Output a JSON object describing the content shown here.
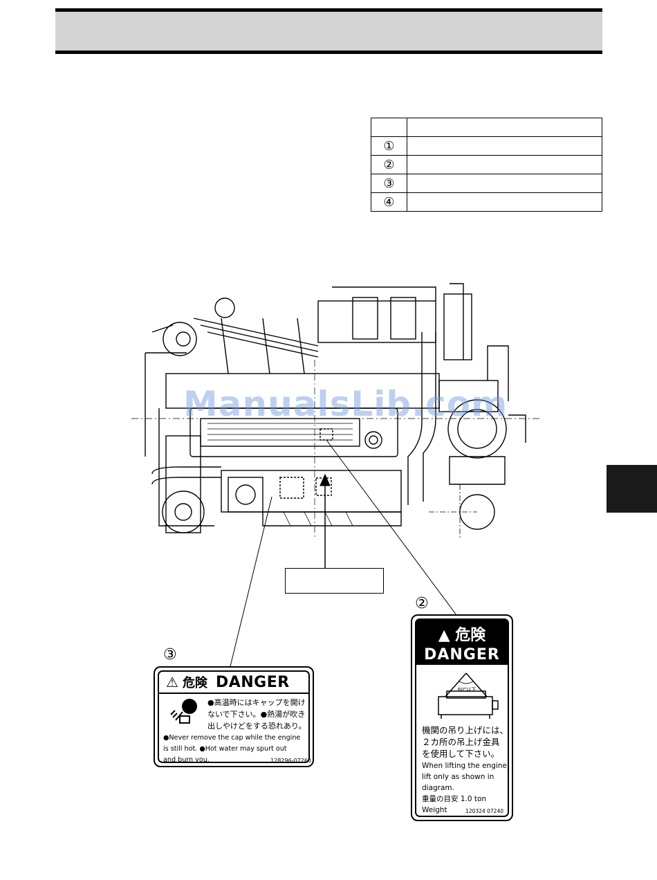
{
  "label_table": {
    "rows": [
      {
        "num": "①",
        "text": ""
      },
      {
        "num": "②",
        "text": ""
      },
      {
        "num": "③",
        "text": ""
      },
      {
        "num": "④",
        "text": ""
      }
    ]
  },
  "watermark": "ManualsLib.com",
  "callouts": {
    "label2_num": "②",
    "label3_num": "③"
  },
  "label3": {
    "header_jp": "危険",
    "header_en": "DANGER",
    "jp_line1": "●高温時にはキャップを開け",
    "jp_line2": "ないで下さい。●熱湯が吹き",
    "jp_line3": "出しやけどをする恐れあり。",
    "en_line1": "●Never remove the cap while the engine",
    "en_line2": "is still hot. ●Hot water may spurt out",
    "en_line3": "and burn you.",
    "code": "128296-07260"
  },
  "label2": {
    "header_jp": "危険",
    "header_en": "DANGER",
    "angle": "60°以下",
    "jp_line1": "機関の吊り上げには、",
    "jp_line2": "２カ所の吊上げ金具",
    "jp_line3": "を使用して下さい。",
    "en_line1": "When lifting the engine,",
    "en_line2": "lift only as shown in",
    "en_line3": "diagram.",
    "weight_line": "重量の目安 1.0 ton",
    "weight_en": "Weight",
    "code": "120324 07240"
  }
}
